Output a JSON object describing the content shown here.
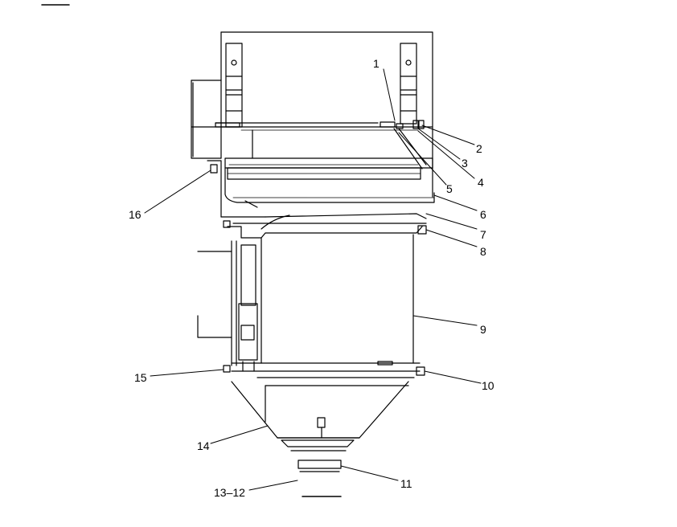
{
  "callouts": {
    "c1": "1",
    "c2": "2",
    "c3": "3",
    "c4": "4",
    "c5": "5",
    "c6": "6",
    "c7": "7",
    "c8": "8",
    "c9": "9",
    "c10": "10",
    "c11": "11",
    "c13_12": "13–12",
    "c14": "14",
    "c15": "15",
    "c16": "16"
  },
  "colors": {
    "line": "#000000",
    "background": "#ffffff"
  }
}
